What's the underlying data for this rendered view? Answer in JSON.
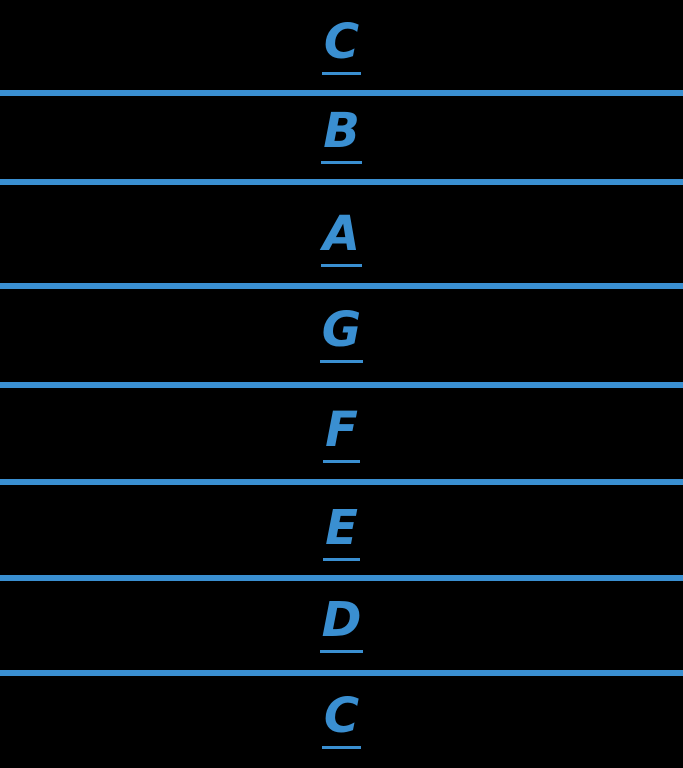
{
  "colors": {
    "background": "#000000",
    "accent": "#3a8fd1"
  },
  "notes": [
    "C",
    "B",
    "A",
    "G",
    "F",
    "E",
    "D",
    "C"
  ]
}
